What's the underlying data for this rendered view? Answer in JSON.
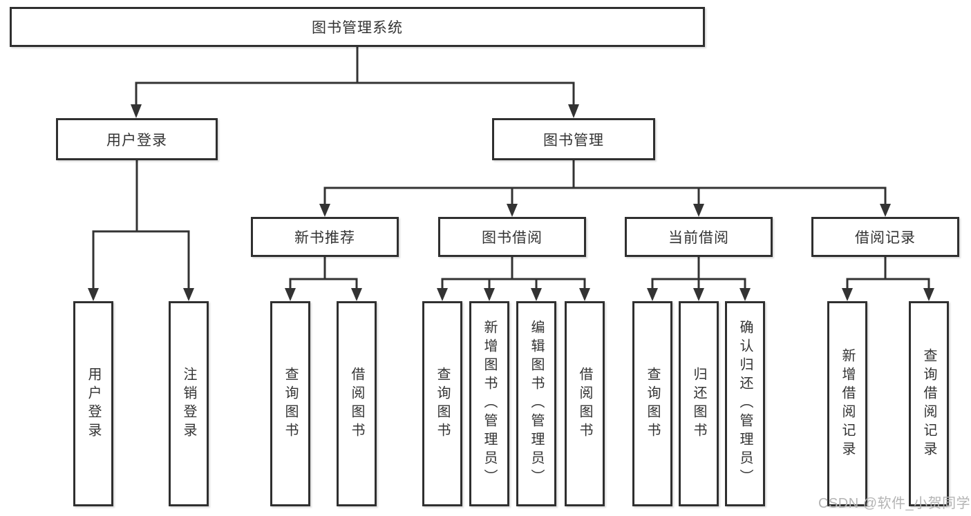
{
  "diagram": {
    "root": {
      "label": "图书管理系统"
    },
    "level2": [
      {
        "label": "用户登录"
      },
      {
        "label": "图书管理"
      }
    ],
    "level3": [
      {
        "label": "新书推荐",
        "parent": "图书管理"
      },
      {
        "label": "图书借阅",
        "parent": "图书管理"
      },
      {
        "label": "当前借阅",
        "parent": "图书管理"
      },
      {
        "label": "借阅记录",
        "parent": "图书管理"
      }
    ],
    "leaves": [
      {
        "label": "用户登录",
        "parent": "用户登录"
      },
      {
        "label": "注销登录",
        "parent": "用户登录"
      },
      {
        "label": "查询图书",
        "parent": "新书推荐"
      },
      {
        "label": "借阅图书",
        "parent": "新书推荐"
      },
      {
        "label": "查询图书",
        "parent": "图书借阅"
      },
      {
        "label": "新增图书（管理员）",
        "parent": "图书借阅"
      },
      {
        "label": "编辑图书（管理员）",
        "parent": "图书借阅"
      },
      {
        "label": "借阅图书",
        "parent": "图书借阅"
      },
      {
        "label": "查询图书",
        "parent": "当前借阅"
      },
      {
        "label": "归还图书",
        "parent": "当前借阅"
      },
      {
        "label": "确认归还（管理员）",
        "parent": "当前借阅"
      },
      {
        "label": "新增借阅记录",
        "parent": "借阅记录"
      },
      {
        "label": "查询借阅记录",
        "parent": "借阅记录"
      }
    ]
  },
  "watermark": {
    "text": "CSDN @软件_小贺同学"
  },
  "colors": {
    "bg": "#ffffff",
    "line": "#333333",
    "border": "#2f2f2f",
    "text": "#333333",
    "watermark": "#b4b4b4"
  }
}
